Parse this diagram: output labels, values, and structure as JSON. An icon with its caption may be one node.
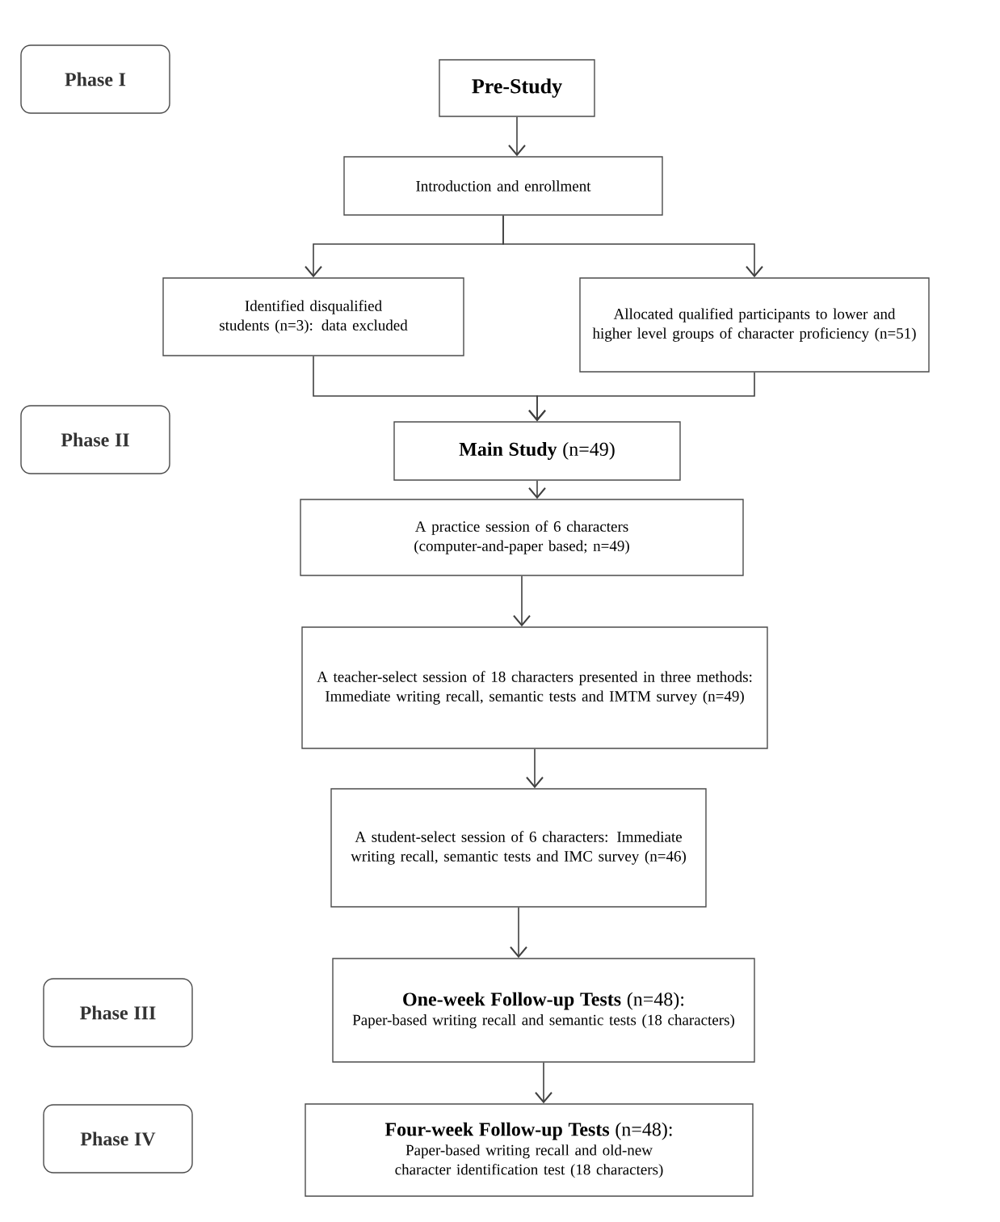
{
  "diagram": {
    "nodes": [
      {
        "text": [
          "Phase I"
        ]
      },
      {
        "text": [
          "Pre-Study"
        ]
      },
      {
        "text": [
          "Introduction and enrollment"
        ]
      },
      {
        "text": [
          "Identified disqualified students (n=3): data excluded"
        ]
      },
      {
        "text": [
          "Allocated qualified participants to lower and higher level groups of character proficiency (n=51)"
        ]
      },
      {
        "text": [
          "Phase II"
        ]
      },
      {
        "text": [
          "**Main Study** (n=49)"
        ]
      },
      {
        "text": [
          "A practice session of 6 characters (computer-and-paper based; n=49)"
        ]
      },
      {
        "text": [
          "A teacher-select session of 18 characters presented in three methods: Immediate writing recall, semantic tests and IMTM survey (n=49)"
        ]
      },
      {
        "text": [
          "A student-select session of 6 characters: Immediate writing recall, semantic tests and IMC survey (n=46)"
        ]
      },
      {
        "text": [
          "Phase III"
        ]
      },
      {
        "text": [
          "**One-week Follow-up Tests** (n=48):",
          "Paper-based writing recall and semantic tests (18 characters)"
        ]
      },
      {
        "text": [
          "Phase IV"
        ]
      },
      {
        "text": [
          "**Four-week Follow-up Tests** (n=48):",
          "Paper-based writing recall and old-new character identification test (18 characters)"
        ]
      }
    ],
    "edges": [
      {
        "from": 1,
        "to": 2,
        "arrow": "to"
      },
      {
        "from": 2,
        "to": 3,
        "arrow": "to"
      },
      {
        "from": 2,
        "to": 4,
        "arrow": "to"
      },
      {
        "from": 3,
        "to": 6,
        "arrow": "to"
      },
      {
        "from": 4,
        "to": 6,
        "arrow": "to"
      },
      {
        "from": 6,
        "to": 7,
        "arrow": "to"
      },
      {
        "from": 7,
        "to": 8,
        "arrow": "to"
      },
      {
        "from": 8,
        "to": 9,
        "arrow": "to"
      },
      {
        "from": 9,
        "to": 11,
        "arrow": "to"
      },
      {
        "from": 11,
        "to": 13,
        "arrow": "to"
      }
    ]
  }
}
